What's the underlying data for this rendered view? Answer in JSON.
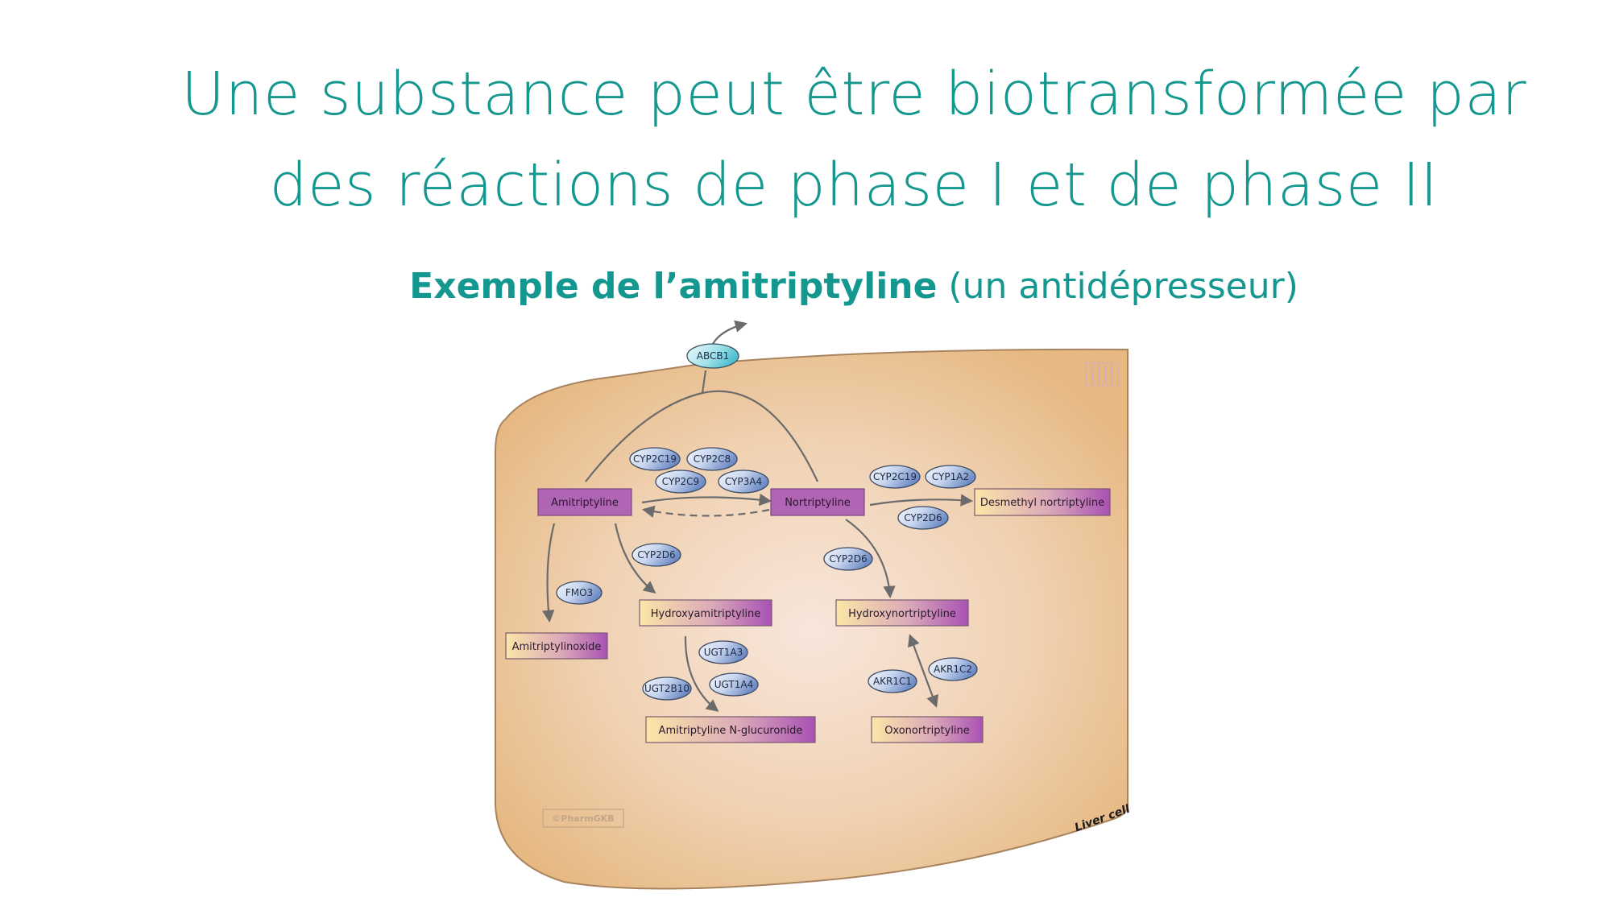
{
  "slide": {
    "title_line1": "Une substance peut être biotransformée par",
    "title_line2": "des réactions de phase I et de phase II",
    "subtitle_bold": "Exemple de l’amitriptyline",
    "subtitle_rest": " (un antidépresseur)",
    "accent_color": "#13978f"
  },
  "diagram": {
    "cell_label": "Liver cell",
    "copyright": "©PharmGKB",
    "compounds": {
      "amitriptyline": "Amitriptyline",
      "nortriptyline": "Nortriptyline",
      "desmethyl_nortriptyline": "Desmethyl nortriptyline",
      "amitriptylinoxide": "Amitriptylinoxide",
      "hydroxyamitriptyline": "Hydroxyamitriptyline",
      "hydroxynortriptyline": "Hydroxynortriptyline",
      "amitriptyline_n_glucuronide": "Amitriptyline N-glucuronide",
      "oxonortriptyline": "Oxonortriptyline"
    },
    "enzymes": {
      "abcb1": "ABCB1",
      "cyp2c19_a": "CYP2C19",
      "cyp2c8": "CYP2C8",
      "cyp2c9": "CYP2C9",
      "cyp3a4": "CYP3A4",
      "cyp2c19_b": "CYP2C19",
      "cyp1a2": "CYP1A2",
      "cyp2d6_a": "CYP2D6",
      "cyp2d6_b": "CYP2D6",
      "cyp2d6_c": "CYP2D6",
      "fmo3": "FMO3",
      "ugt1a3": "UGT1A3",
      "ugt1a4": "UGT1A4",
      "ugt2b10": "UGT2B10",
      "akr1c1": "AKR1C1",
      "akr1c2": "AKR1C2"
    },
    "colors": {
      "cell_fill": "#e9bd8a",
      "cell_center": "#f7e4d8",
      "parent_box": "#b066b3",
      "metabolite_start": "#f8e3a8",
      "metabolite_end": "#a855b0",
      "enzyme_light": "#eef2f9",
      "enzyme_dark": "#7e96c8",
      "transporter": "#7fd3dc",
      "arrow": "#6b6b6b"
    }
  }
}
